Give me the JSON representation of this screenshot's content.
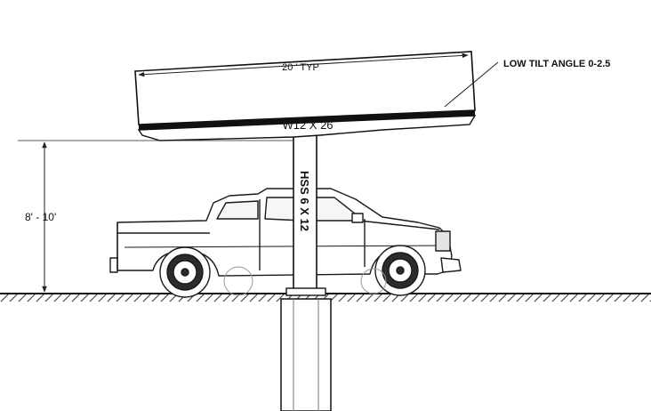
{
  "labels": {
    "span": "20 ' TYP",
    "tilt": "LOW TILT ANGLE 0-2.5",
    "beam": "W12 X 26",
    "column": "HSS 6 X 12",
    "height": "8' - 10'"
  }
}
